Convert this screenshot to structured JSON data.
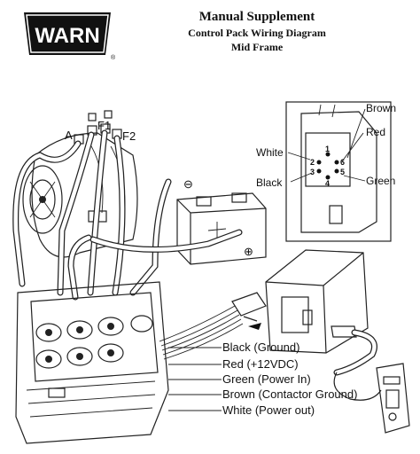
{
  "logo": {
    "text": "WARN",
    "registered": "®"
  },
  "header": {
    "title": "Manual Supplement",
    "subtitle": "Control Pack Wiring Diagram",
    "subtitle2": "Mid Frame"
  },
  "motor_terminals": {
    "a": "A",
    "f1": "F1",
    "f2": "F2"
  },
  "battery": {
    "negative": "⊖",
    "positive": "⊕"
  },
  "connector_inset": {
    "labels": {
      "brown": "Brown",
      "red": "Red",
      "white": "White",
      "black": "Black",
      "green": "Green"
    },
    "pins": [
      "1",
      "2",
      "3",
      "4",
      "5",
      "6"
    ]
  },
  "wire_legend": [
    "Black (Ground)",
    "Red (+12VDC)",
    "Green (Power In)",
    "Brown (Contactor Ground)",
    "White (Power out)"
  ]
}
